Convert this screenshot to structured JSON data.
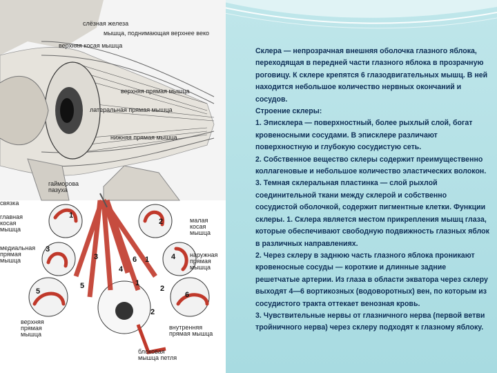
{
  "diagram": {
    "top_labels": {
      "lacrimal_gland": "слёзная железа",
      "levator": "мышца, поднимающая верхнее веко",
      "superior_oblique": "верхняя косая мышца",
      "superior_rectus": "верхняя прямая мышца",
      "lateral_rectus": "латеральная прямая мышца",
      "inferior_rectus": "нижняя прямая мышца",
      "maxillary_sinus": "гайморова пазуха"
    },
    "bottom_labels": {
      "trochlea": "связка",
      "inferior_oblique": "главная косая мышца",
      "medial_rectus": "медиальная прямая мышца",
      "superior_oblique_right": "малая косая мышца",
      "lateral_rectus_right": "наружная прямая мышца",
      "superior_rectus_bottom": "верхняя прямая мышца",
      "inferior_rectus_right": "внутренняя прямая мышца",
      "pulley": "блоковая мышца петля"
    },
    "numbers": [
      "1",
      "2",
      "3",
      "4",
      "5",
      "6",
      "3",
      "6",
      "1",
      "4",
      "5",
      "1",
      "2",
      "2"
    ]
  },
  "text": {
    "paragraphs": [
      "Склера — непрозрачная внешняя оболочка глазного яблока, переходящая в передней части глазного яблока в прозрачную роговицу. К склере крепятся 6 глазодвигательных мышц. В ней находится небольшое количество нервных окончаний и сосудов.",
      "Строение склеры:",
      "1. Эписклера — поверхностный, более рыхлый слой, богат кровеносными сосудами. В эписклере различают поверхностную и глубокую сосудистую сеть.",
      "2. Собственное вещество склеры содержит преимущественно коллагеновые и небольшое количество эластических волокон.",
      "3. Темная склеральная пластинка — слой рыхлой соединительной ткани между склерой и собственно сосудистой оболочкой, содержит пигментные клетки. Функции склеры. 1. Склера является местом прикрепления мышц глаза, которые обеспечивают свободную подвижность глазных яблок в различных направлениях.",
      "2. Через склеру в заднюю часть глазного яблока проникают кровеносные сосуды — короткие и длинные задние решетчатые артерии. Из глаза в области экватора через склеру выходят 4—6 вортикозных (водоворотных) вен, по которым из сосудистого тракта оттекает венозная кровь.",
      "3. Чувствительные нервы от глазничного нерва (первой ветви тройничного нерва) через склеру подходят к глазному яблоку."
    ]
  }
}
